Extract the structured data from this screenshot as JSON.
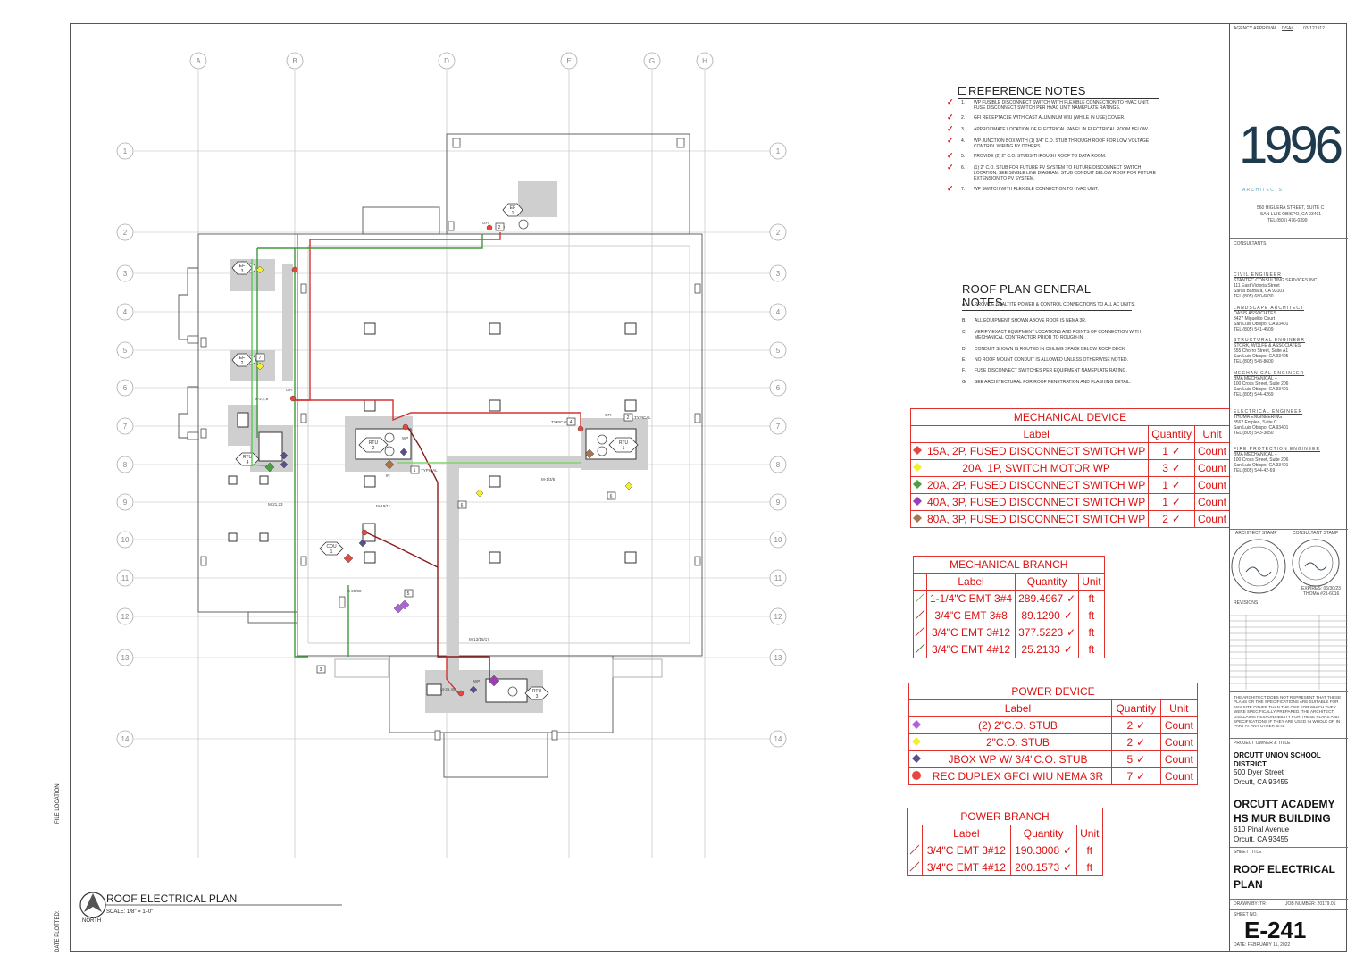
{
  "grid": {
    "columns": [
      "A",
      "B",
      "D",
      "E",
      "G",
      "H"
    ],
    "rows": [
      "1",
      "2",
      "3",
      "4",
      "5",
      "6",
      "7",
      "8",
      "9",
      "10",
      "11",
      "12",
      "13",
      "14"
    ]
  },
  "margin": {
    "file_location": "FILE LOCATION:",
    "date_plotted": "DATE PLOTTED:"
  },
  "plan_title": {
    "title": "ROOF ELECTRICAL PLAN",
    "scale": "SCALE:   1/8\" = 1'-0\"",
    "north": "NORTH"
  },
  "plan_labels": {
    "ef": "EF",
    "rtu": "RTU",
    "cou": "COU",
    "typical": "TYPICAL",
    "gfi": "GFI",
    "rtu_1": "1",
    "rtu_2": "2",
    "rtu_3": "3",
    "rtu_4": "4",
    "ef_1": "1",
    "ef_2": "2",
    "ef_3": "3",
    "cou_1": "1",
    "tag_1": "1",
    "tag_2": "2",
    "tag_3": "3",
    "tag_4": "4",
    "tag_5": "5",
    "tag_6": "6",
    "tag_7": "7",
    "m_2_4_6": "M-2,4,6",
    "m_21_23": "M-21,23",
    "m_19_11": "M-19/11",
    "m_1_3_5": "M-1/3/5",
    "m_13_15_17": "M-13/15/17",
    "m_28_30": "M-28/30",
    "m_36_40": "M-36,40",
    "wp": "WP",
    "in": "IN"
  },
  "reference_notes": {
    "title": "REFERENCE NOTES",
    "items": [
      {
        "num": "1.",
        "text": "WP FUSIBLE DISCONNECT SWITCH WITH FLEXIBLE CONNECTION TO HVAC UNIT. FUSE DISCONNECT SWITCH PER HVAC UNIT NAMEPLATE RATINGS."
      },
      {
        "num": "2.",
        "text": "GFI RECEPTACLE WITH CAST ALUMINUM WIU (WHILE IN USE) COVER."
      },
      {
        "num": "3.",
        "text": "APPROXIMATE LOCATION OF ELECTRICAL PANEL IN ELECTRICAL ROOM BELOW."
      },
      {
        "num": "4.",
        "text": "WP JUNCTION BOX WITH (1) 3/4\" C.O. STUB THROUGH ROOF FOR LOW VOLTAGE CONTROL WIRING BY OTHERS."
      },
      {
        "num": "5.",
        "text": "PROVIDE (2) 2\" C.O. STUBS THROUGH ROOF TO DATA ROOM."
      },
      {
        "num": "6.",
        "text": "(1) 2\" C.O. STUB FOR FUTURE PV SYSTEM TO FUTURE DISCONNECT SWITCH LOCATION. SEE SINGLE LINE DIAGRAM. STUB CONDUIT BELOW ROOF FOR FUTURE EXTENSION TO PV SYSTEM."
      },
      {
        "num": "7.",
        "text": "WP SWITCH WITH FLEXIBLE CONNECTION TO HVAC UNIT."
      }
    ]
  },
  "general_notes": {
    "title": "ROOF PLAN GENERAL NOTES",
    "items": [
      {
        "num": "A.",
        "text": "PROVIDE SEALTITE POWER & CONTROL CONNECTIONS TO ALL AC UNITS."
      },
      {
        "num": "B.",
        "text": "ALL EQUIPMENT SHOWN ABOVE ROOF IS NEMA 3R."
      },
      {
        "num": "C.",
        "text": "VERIFY EXACT EQUIPMENT LOCATIONS AND POINTS OF CONNECTION WITH MECHANICAL CONTRACTOR PRIOR TO ROUGH-IN."
      },
      {
        "num": "D.",
        "text": "CONDUIT SHOWN IS ROUTED IN CEILING SPACE BELOW ROOF DECK."
      },
      {
        "num": "E.",
        "text": "NO ROOF MOUNT CONDUIT IS ALLOWED UNLESS OTHERWISE NOTED."
      },
      {
        "num": "F.",
        "text": "FUSE DISCONNECT SWITCHES PER EQUIPMENT NAMEPLATE RATING."
      },
      {
        "num": "G.",
        "text": "SEE ARCHITECTURAL FOR ROOF PENETRATION AND FLASHING DETAIL."
      }
    ]
  },
  "mechanical_device": {
    "title": "MECHANICAL DEVICE",
    "headers": [
      "Label",
      "Quantity",
      "Unit"
    ],
    "rows": [
      {
        "color": "#e8463f",
        "shape": "diamond",
        "label": "15A, 2P, FUSED DISCONNECT SWITCH WP",
        "qty": "1",
        "unit": "Count"
      },
      {
        "color": "#f2ee30",
        "shape": "diamond",
        "label": "20A, 1P, SWITCH MOTOR WP",
        "qty": "3",
        "unit": "Count"
      },
      {
        "color": "#4aa03f",
        "shape": "diamond",
        "label": "20A, 2P, FUSED DISCONNECT SWITCH WP",
        "qty": "1",
        "unit": "Count"
      },
      {
        "color": "#9a3fb0",
        "shape": "diamond",
        "label": "40A, 3P, FUSED DISCONNECT SWITCH WP",
        "qty": "1",
        "unit": "Count"
      },
      {
        "color": "#a8754a",
        "shape": "diamond",
        "label": "80A, 3P, FUSED DISCONNECT SWITCH WP",
        "qty": "2",
        "unit": "Count"
      }
    ]
  },
  "mechanical_branch": {
    "title": "MECHANICAL BRANCH",
    "headers": [
      "Label",
      "Quantity",
      "Unit"
    ],
    "rows": [
      {
        "color": "#6fbf5a",
        "label": "1-1/4\"C EMT 3#4",
        "qty": "289.4967",
        "unit": "ft"
      },
      {
        "color": "#b04a4a",
        "label": "3/4\"C EMT 3#8",
        "qty": "89.1290",
        "unit": "ft"
      },
      {
        "color": "#d04040",
        "label": "3/4\"C EMT 3#12",
        "qty": "377.5223",
        "unit": "ft"
      },
      {
        "color": "#3f8f3f",
        "label": "3/4\"C EMT 4#12",
        "qty": "25.2133",
        "unit": "ft"
      }
    ]
  },
  "power_device": {
    "title": "POWER DEVICE",
    "headers": [
      "Label",
      "Quantity",
      "Unit"
    ],
    "rows": [
      {
        "color": "#b060e0",
        "shape": "diamond",
        "label": "(2) 2\"C.O. STUB",
        "qty": "2",
        "unit": "Count"
      },
      {
        "color": "#f2ee30",
        "shape": "diamond",
        "label": "2\"C.O. STUB",
        "qty": "2",
        "unit": "Count"
      },
      {
        "color": "#5a4f8f",
        "shape": "diamond",
        "label": "JBOX WP W/ 3/4\"C.O. STUB",
        "qty": "5",
        "unit": "Count"
      },
      {
        "color": "#e8463f",
        "shape": "circle",
        "label": "REC DUPLEX GFCI WIU NEMA 3R",
        "qty": "7",
        "unit": "Count"
      }
    ]
  },
  "power_branch": {
    "title": "POWER BRANCH",
    "headers": [
      "Label",
      "Quantity",
      "Unit"
    ],
    "rows": [
      {
        "color": "#d04040",
        "label": "3/4\"C EMT 3#12",
        "qty": "190.3008",
        "unit": "ft"
      },
      {
        "color": "#b04a4a",
        "label": "3/4\"C EMT 4#12",
        "qty": "200.1573",
        "unit": "ft"
      }
    ]
  },
  "title_block": {
    "agency_approval": "AGENCY APPROVAL",
    "dsa": "DSA#",
    "dsa_num": "03-121912",
    "logo": "1996",
    "architects": "A R C H I T E C T S",
    "address1": "560 HIGUERA STREET, SUITE C",
    "address2": "SAN LUIS OBISPO, CA 93401",
    "phone": "TEL (805) 476-0399",
    "consultants_label": "CONSULTANTS",
    "consultants": [
      {
        "role": "CIVIL ENGINEER",
        "name": "STANTEC CONSULTING SERVICES INC.",
        "l1": "111 East Victoria Street",
        "l2": "Santa Barbara, CA 93101",
        "l3": "TEL (805) 680-6830"
      },
      {
        "role": "LANDSCAPE ARCHITECT",
        "name": "OASIS ASSOCIATES",
        "l1": "3427 Miguelito Court",
        "l2": "San Luis Obispo, CA 93401",
        "l3": "TEL (805) 541-4509"
      },
      {
        "role": "STRUCTURAL ENGINEER",
        "name": "STORK, WOLFE & ASSOCIATES",
        "l1": "555 Chorro Street, Suite A1",
        "l2": "San Luis Obispo, CA 93405",
        "l3": "TEL (805) 548-8600"
      },
      {
        "role": "MECHANICAL ENGINEER",
        "name": "BMA MECHANICAL +",
        "l1": "100 Cross Street, Suite 206",
        "l2": "San Luis Obispo, CA 93401",
        "l3": "TEL (805) 544-4269"
      },
      {
        "role": "ELECTRICAL ENGINEER",
        "name": "THOMA ENGINEERING",
        "l1": "3562 Empleo, Suite C",
        "l2": "San Luis Obispo, CA 93401",
        "l3": "TEL (805) 543-3850"
      },
      {
        "role": "FIRE PROTECTION ENGINEER",
        "name": "BMA MECHANICAL +",
        "l1": "100 Cross Street, Suite 206",
        "l2": "San Luis Obispo, CA 93401",
        "l3": "TEL (805) 544-42-69"
      }
    ],
    "architect_stamp": "ARCHITECT STAMP",
    "consultant_stamp": "CONSULTANT STAMP",
    "stamp_expires": "EXPIRES: 06/30/23",
    "stamp_thoma": "THOMA #21-6016",
    "revisions": "REVISIONS",
    "disclaimer": "THE ARCHITECT DOES NOT REPRESENT THAT THESE PLANS OR THE SPECIFICATIONS ARE SUITABLE FOR ANY SITE OTHER THAN THE ONE FOR WHICH THEY WERE SPECIFICALLY PREPARED. THE ARCHITECT DISCLAIMS RESPONSIBILITY FOR THESE PLANS AND SPECIFICATIONS IF THEY ARE USED IN WHOLE OR IN PART AT ANY OTHER SITE",
    "owner_label": "PROJECT OWNER & TITLE",
    "owner_name1": "ORCUTT UNION SCHOOL",
    "owner_name2": "DISTRICT",
    "owner_addr1": "500 Dyer Street",
    "owner_addr2": "Orcutt, CA 93455",
    "project1": "ORCUTT ACADEMY",
    "project2": "HS MUR BUILDING",
    "project_addr1": "610 Pinal Avenue",
    "project_addr2": "Orcutt, CA 93455",
    "sheet_title_label": "SHEET TITLE",
    "sheet_title1": "ROOF ELECTRICAL",
    "sheet_title2": "PLAN",
    "drawn_by": "DRAWN BY:  TR",
    "job_number": "JOB NUMBER:  20179.01",
    "sheet_no_label": "SHEET NO.",
    "sheet_no": "E-241",
    "date": "DATE:  FEBRUARY 11, 2022"
  }
}
